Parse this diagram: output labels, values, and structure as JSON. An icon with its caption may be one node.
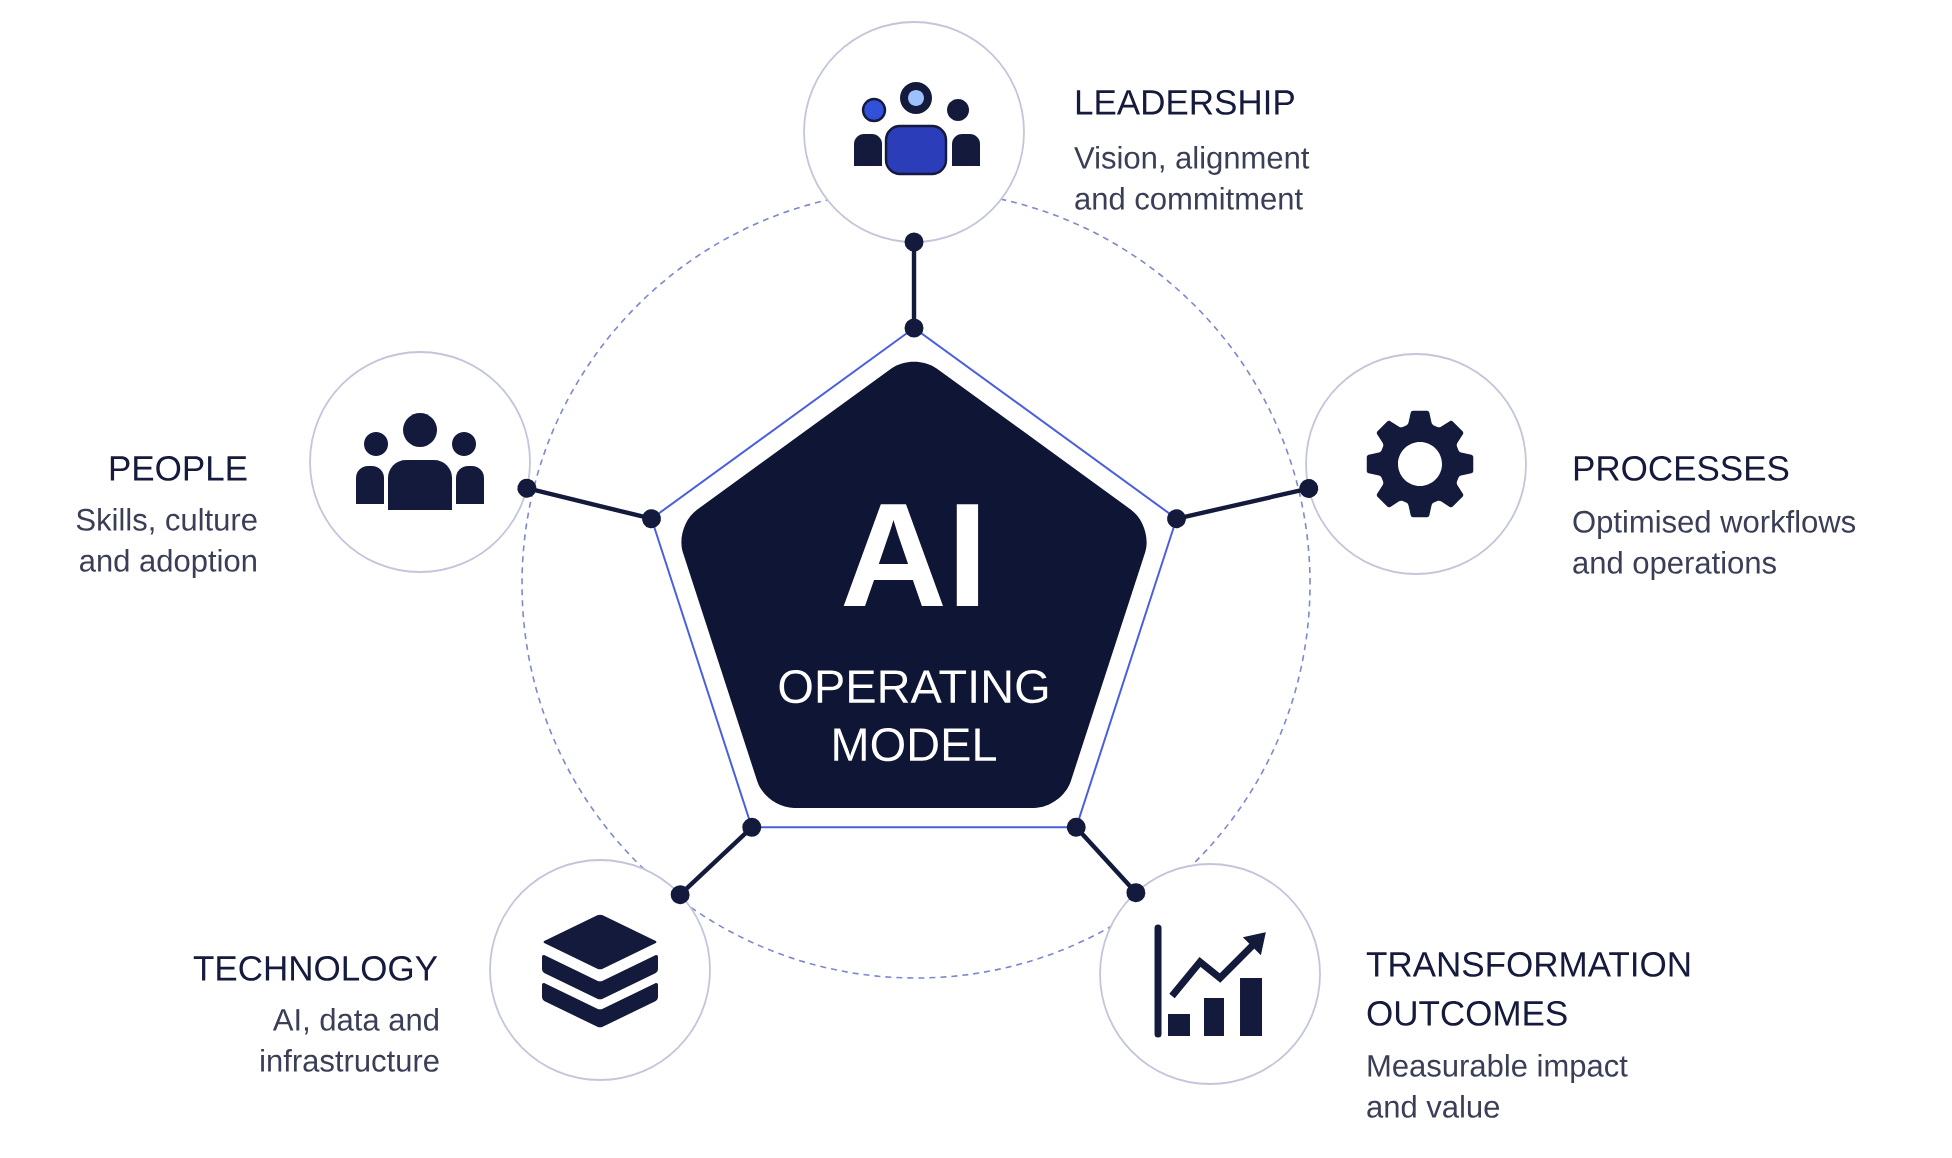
{
  "diagram": {
    "nodes": [
      {
        "text": [
          "AI",
          "OPERATING MODEL"
        ]
      },
      {
        "text": [
          "LEADERSHIP",
          "Vision, alignment and commitment"
        ]
      },
      {
        "text": [
          "PEOPLE",
          "Skills, culture and adoption"
        ]
      },
      {
        "text": [
          "PROCESSES",
          "Optimised workflows and operations"
        ]
      },
      {
        "text": [
          "TECHNOLOGY",
          "AI, data and infrastructure"
        ]
      },
      {
        "text": [
          "TRANSFORMATION OUTCOMES",
          "Measurable impact and value"
        ]
      }
    ],
    "edges": [
      {
        "from": 0,
        "to": 1,
        "arrow": "other"
      },
      {
        "from": 0,
        "to": 2,
        "arrow": "other"
      },
      {
        "from": 0,
        "to": 3,
        "arrow": "other"
      },
      {
        "from": 0,
        "to": 4,
        "arrow": "other"
      },
      {
        "from": 0,
        "to": 5,
        "arrow": "other"
      }
    ]
  }
}
